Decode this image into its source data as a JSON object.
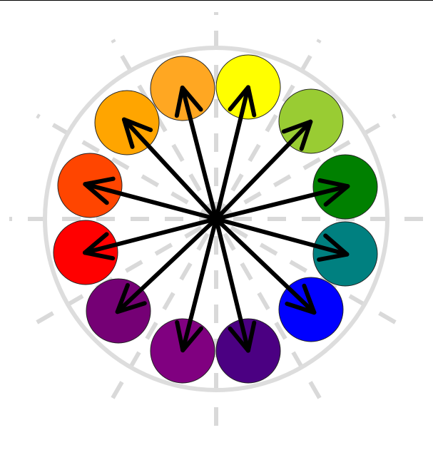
{
  "diagram": {
    "type": "color-wheel",
    "ring_color": "#dddddd",
    "guide_color": "#d9d9d9",
    "arrow_color": "#000000",
    "colors": [
      {
        "name": "yellow",
        "hex": "#ffff00"
      },
      {
        "name": "yellow-green",
        "hex": "#99cc33"
      },
      {
        "name": "green",
        "hex": "#008000"
      },
      {
        "name": "teal",
        "hex": "#008080"
      },
      {
        "name": "blue",
        "hex": "#0000ff"
      },
      {
        "name": "indigo",
        "hex": "#4b0082"
      },
      {
        "name": "violet",
        "hex": "#800080"
      },
      {
        "name": "purple",
        "hex": "#750075"
      },
      {
        "name": "red",
        "hex": "#ff0000"
      },
      {
        "name": "red-orange",
        "hex": "#ff4500"
      },
      {
        "name": "orange",
        "hex": "#ffa500"
      },
      {
        "name": "yellow-orange",
        "hex": "#ffa722"
      }
    ]
  }
}
